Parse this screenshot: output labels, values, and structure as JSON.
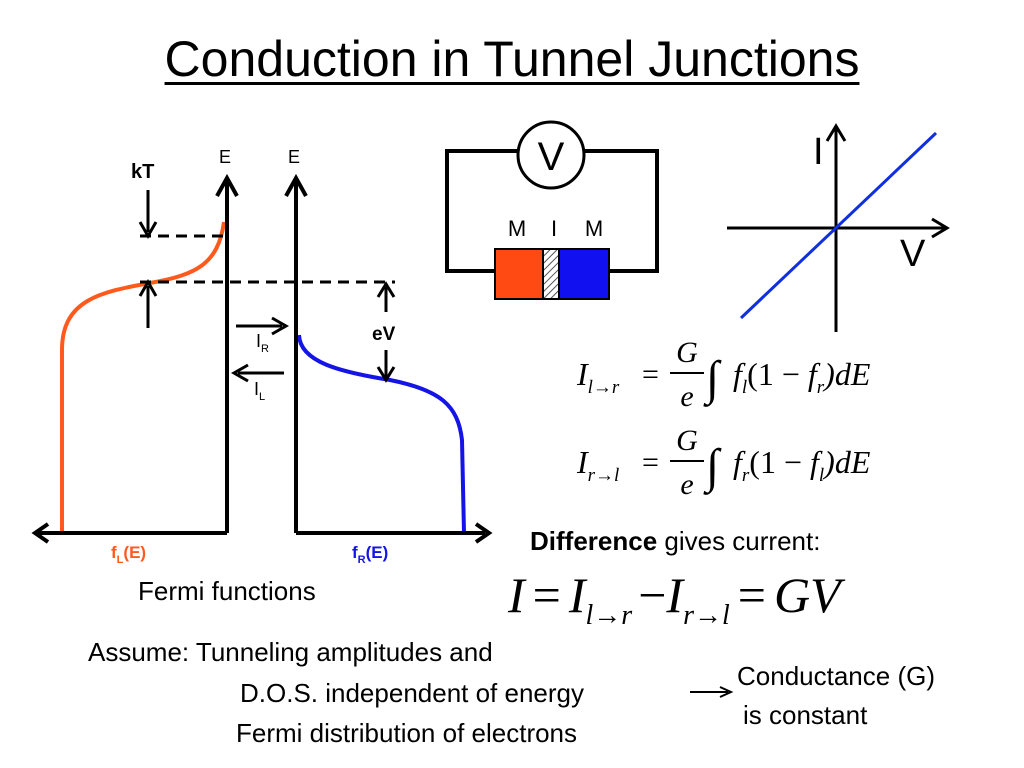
{
  "title": "Conduction in Tunnel Junctions",
  "fermi": {
    "kT_label": "kT",
    "E_left": "E",
    "E_right": "E",
    "eV_label": "eV",
    "IR_main": "I",
    "IR_sub": "R",
    "IL_main": "I",
    "IL_sub": "L",
    "fL_main": "f",
    "fL_sub": "L",
    "fL_tail": "(E)",
    "fR_main": "f",
    "fR_sub": "R",
    "fR_tail": "(E)",
    "caption": "Fermi functions",
    "colors": {
      "left": "#ff5a1e",
      "right": "#1414e6"
    }
  },
  "circuit": {
    "meter": "V",
    "layers": [
      "M",
      "I",
      "M"
    ],
    "colors": {
      "metal_left": "#ff4a14",
      "metal_right": "#1010f0"
    }
  },
  "iv_plot": {
    "y_label": "I",
    "x_label": "V",
    "line_color": "#1030e0"
  },
  "equations": {
    "eq1": {
      "I": "I",
      "sub": "l→r",
      "G": "G",
      "e": "e",
      "f1": "f",
      "f1sub": "l",
      "mid": "(1 − ",
      "f2": "f",
      "f2sub": "r",
      "end": ")dE"
    },
    "eq2": {
      "I": "I",
      "sub": "r→l",
      "G": "G",
      "e": "e",
      "f1": "f",
      "f1sub": "r",
      "mid": "(1 − ",
      "f2": "f",
      "f2sub": "l",
      "end": ")dE"
    },
    "diff_bold": "Difference",
    "diff_rest": " gives current:",
    "big": {
      "I": "I",
      "eq": "=",
      "I1": "I",
      "s1": "l→r",
      "minus": "−",
      "I2": "I",
      "s2": "r→l",
      "eq2": "=",
      "GV": "GV"
    }
  },
  "assume": {
    "line1": "Assume: Tunneling amplitudes and",
    "line2": "D.O.S. independent of energy",
    "line3": "Fermi distribution of electrons",
    "result1": "Conductance (G)",
    "result2": "is constant"
  }
}
